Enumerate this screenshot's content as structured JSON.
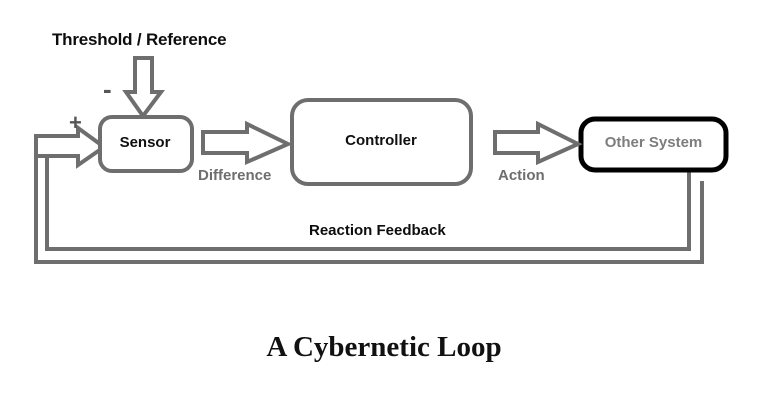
{
  "diagram": {
    "title": "A Cybernetic Loop",
    "background_color": "#ffffff",
    "line_color": "#6e6e6e",
    "dark_line_color": "#000000",
    "nodes": [
      {
        "id": "sensor",
        "label": "Sensor",
        "text_color": "#101010",
        "border_color": "#6e6e6e"
      },
      {
        "id": "controller",
        "label": "Controller",
        "text_color": "#101010",
        "border_color": "#6e6e6e"
      },
      {
        "id": "other_system",
        "label": "Other System",
        "text_color": "#7d7d7d",
        "border_color": "#000000"
      }
    ],
    "signals": {
      "threshold": "Threshold / Reference",
      "minus": "-",
      "plus": "+",
      "difference": "Difference",
      "action": "Action",
      "reaction_feedback": "Reaction Feedback"
    }
  }
}
